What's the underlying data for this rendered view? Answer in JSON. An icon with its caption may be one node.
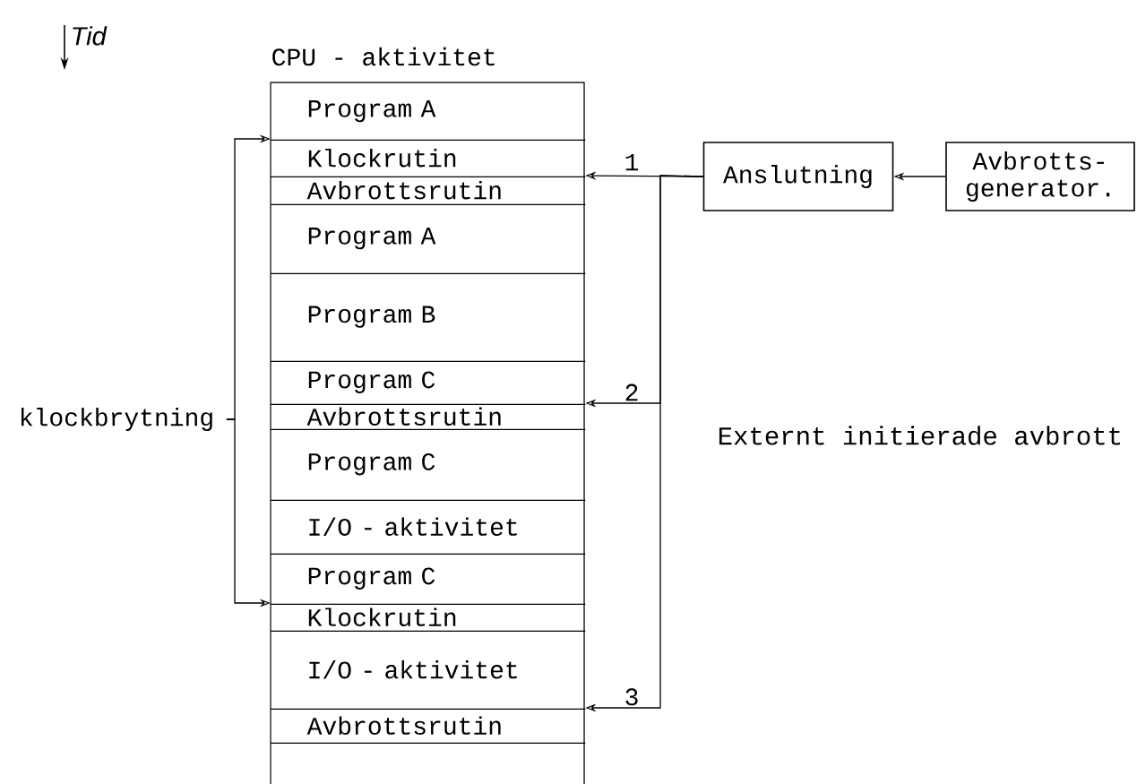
{
  "diagram": {
    "nodes": [
      {
        "text": [
          "CPU - aktivitet"
        ]
      },
      {
        "text": [
          "Program A"
        ],
        "in": 0
      },
      {
        "text": [
          "Klockrutin"
        ],
        "in": 0
      },
      {
        "text": [
          "Avbrottsrutin"
        ],
        "in": 0
      },
      {
        "text": [
          "Program A"
        ],
        "in": 0
      },
      {
        "text": [
          "Program B"
        ],
        "in": 0
      },
      {
        "text": [
          "Program C"
        ],
        "in": 0
      },
      {
        "text": [
          "Avbrottsrutin"
        ],
        "in": 0
      },
      {
        "text": [
          "Program C"
        ],
        "in": 0
      },
      {
        "text": [
          "I/O - aktivitet"
        ],
        "in": 0
      },
      {
        "text": [
          "Program C"
        ],
        "in": 0
      },
      {
        "text": [
          "Klockrutin"
        ],
        "in": 0
      },
      {
        "text": [
          "I/O - aktivitet"
        ],
        "in": 0
      },
      {
        "text": [
          "Avbrottsrutin"
        ],
        "in": 0
      },
      {
        "text": [
          "Anslutning"
        ]
      },
      {
        "text": [
          "Avbrotts- generator."
        ]
      },
      {
        "text": [
          "klockbrytning"
        ]
      }
    ],
    "edges": [
      {
        "from": 15,
        "to": 14,
        "arrow": "to"
      },
      {
        "from": 14,
        "to": 3,
        "arrow": "to",
        "label": "1"
      },
      {
        "from": 14,
        "to": 7,
        "arrow": "to",
        "label": "2"
      },
      {
        "from": 14,
        "to": 13,
        "arrow": "to",
        "label": "3"
      },
      {
        "from": 16,
        "to": 2,
        "arrow": "to"
      },
      {
        "from": 16,
        "to": 11,
        "arrow": "to"
      }
    ],
    "labels": [
      "Tid",
      "Externt initierade avbrott"
    ]
  }
}
